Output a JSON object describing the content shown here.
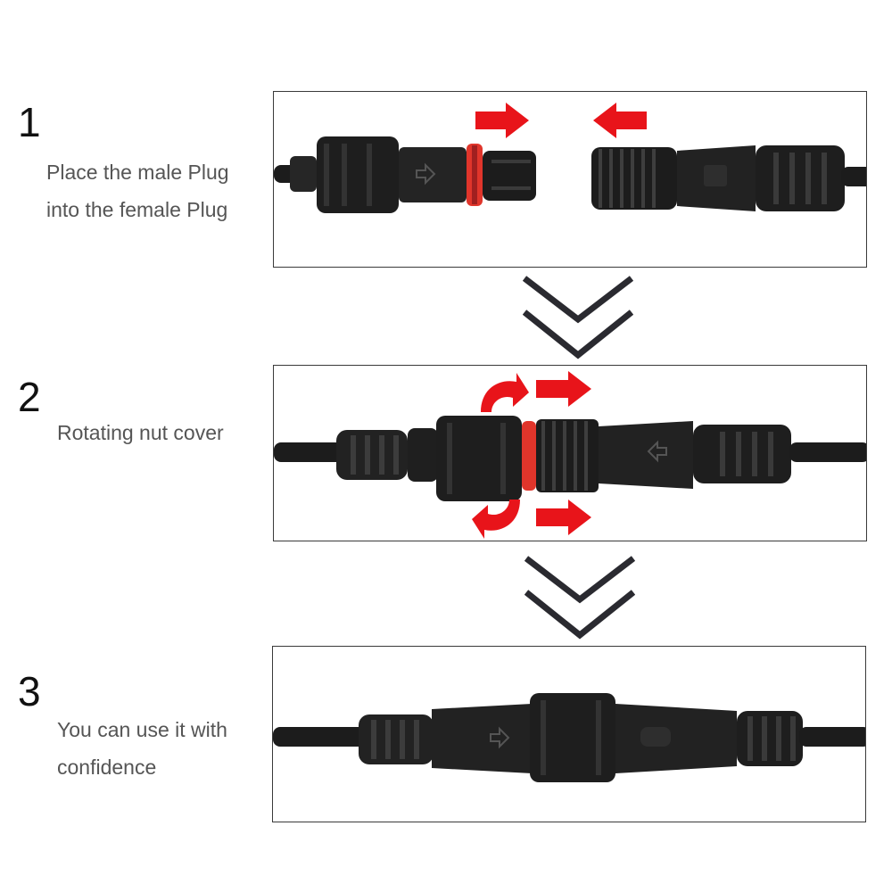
{
  "colors": {
    "arrow_red": "#e8141a",
    "seal_red": "#e0352b",
    "plug_black": "#1c1c1c",
    "chevron": "#2a2a30"
  },
  "steps": [
    {
      "number": "1",
      "lines": [
        "Place the male Plug",
        "into the female Plug"
      ],
      "image": "plugs-separated-photo"
    },
    {
      "number": "2",
      "lines": [
        "Rotating nut cover"
      ],
      "image": "plugs-rotating-nut-photo"
    },
    {
      "number": "3",
      "lines": [
        "You can use it with",
        "confidence"
      ],
      "image": "plugs-connected-photo"
    }
  ],
  "icons": [
    "down-chevron-icon",
    "red-arrow-icon",
    "curved-arrow-icon"
  ]
}
